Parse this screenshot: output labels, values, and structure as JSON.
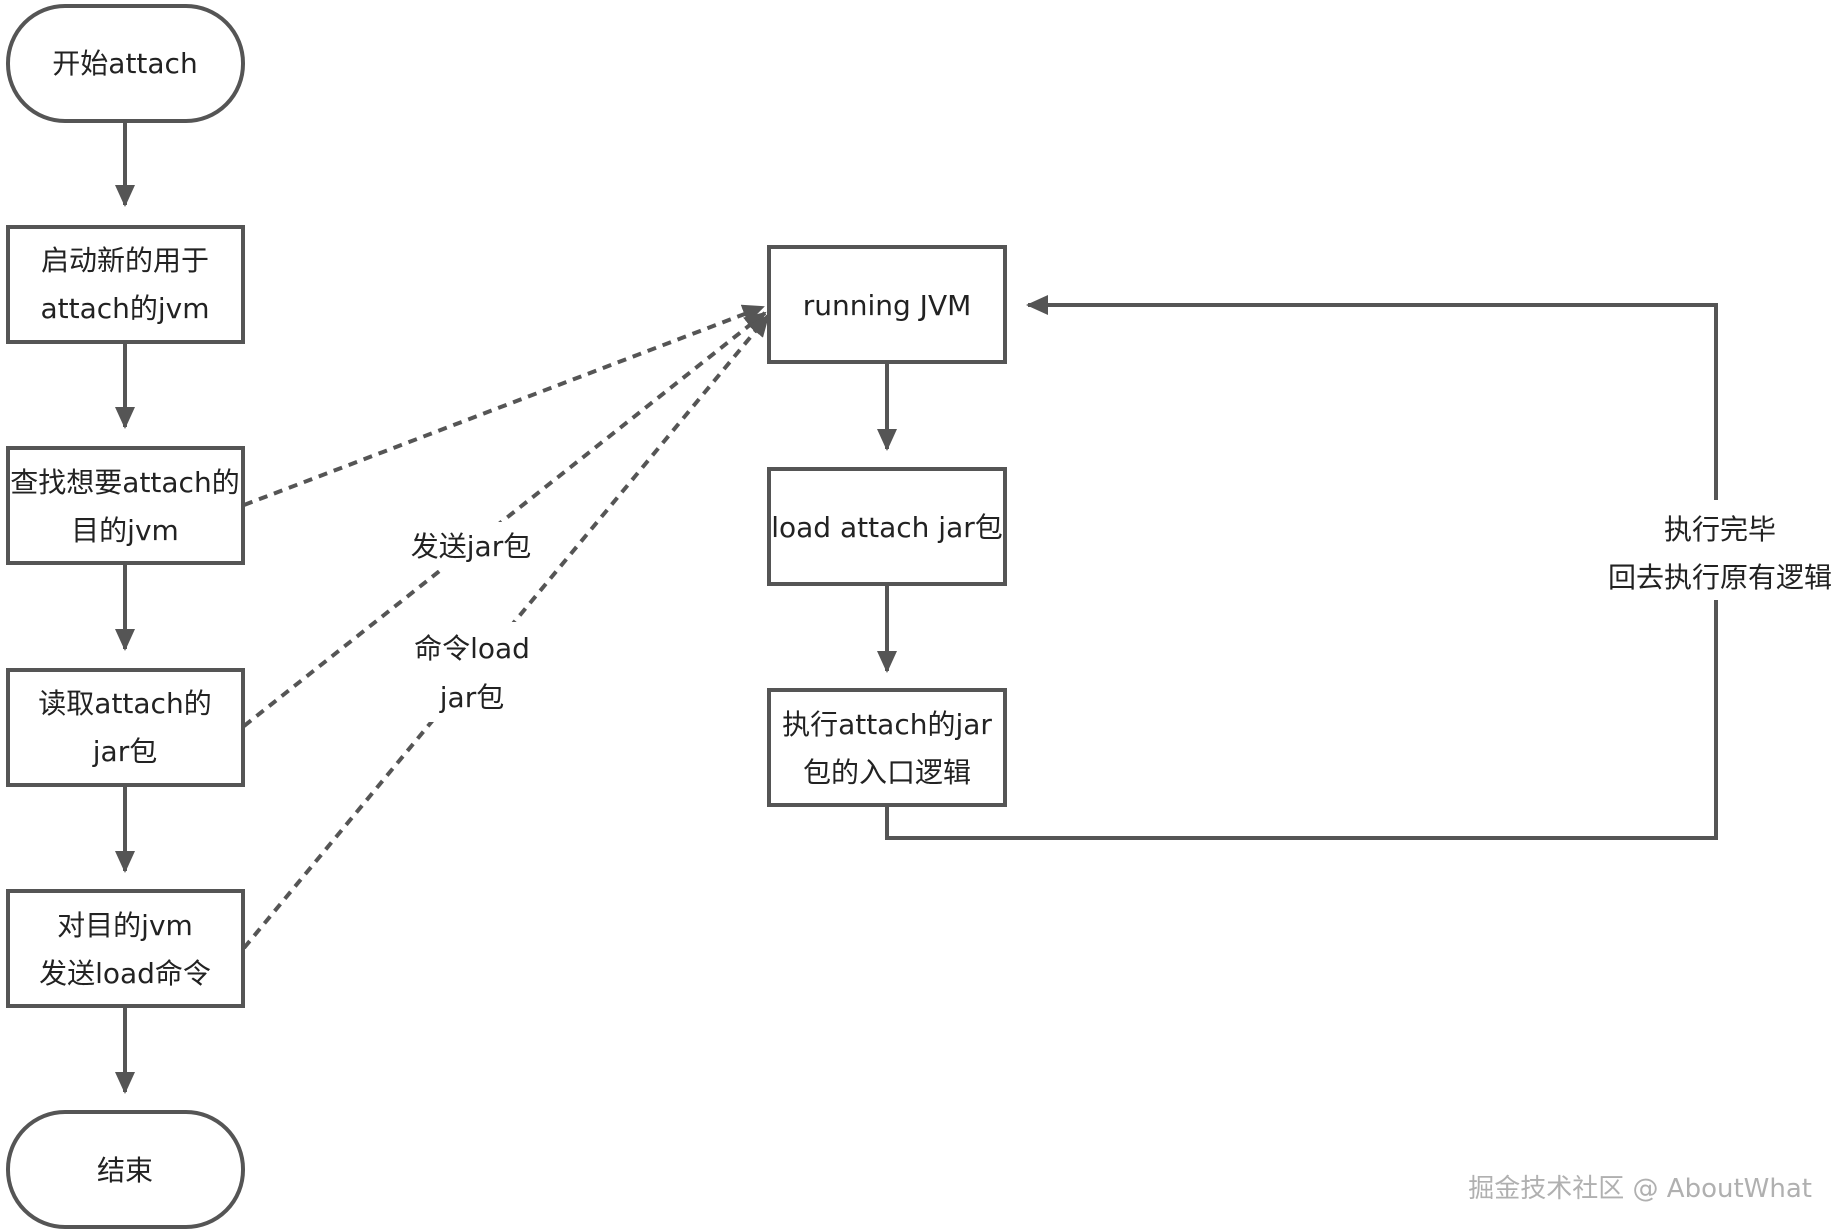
{
  "nodes": {
    "start": {
      "lines": [
        "开始attach"
      ]
    },
    "launch_jvm": {
      "lines": [
        "启动新的用于",
        "attach的jvm"
      ]
    },
    "find_target": {
      "lines": [
        "查找想要attach的",
        "目的jvm"
      ]
    },
    "read_jar": {
      "lines": [
        "读取attach的",
        "jar包"
      ]
    },
    "send_load": {
      "lines": [
        "对目的jvm",
        "发送load命令"
      ]
    },
    "end": {
      "lines": [
        "结束"
      ]
    },
    "running_jvm": {
      "lines": [
        "running JVM"
      ]
    },
    "load_jar": {
      "lines": [
        "load attach jar包"
      ]
    },
    "exec_entry": {
      "lines": [
        "执行attach的jar",
        "包的入口逻辑"
      ]
    }
  },
  "edge_labels": {
    "send_jar": {
      "lines": [
        "发送jar包"
      ]
    },
    "load_cmd": {
      "lines": [
        "命令load",
        "jar包"
      ]
    },
    "done_return": {
      "lines": [
        "执行完毕",
        "回去执行原有逻辑"
      ]
    }
  },
  "watermark": "掘金技术社区 @ AboutWhat",
  "colors": {
    "stroke": "#555555",
    "text": "#222222",
    "watermark": "#b0b0b0"
  }
}
